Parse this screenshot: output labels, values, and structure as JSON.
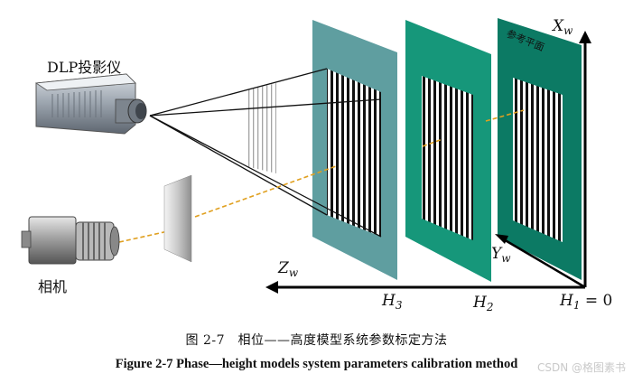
{
  "labels": {
    "projector": "DLP投影仪",
    "camera": "相机",
    "ref_plane": "参考平面",
    "zw": "Z",
    "xw": "X",
    "yw": "Y",
    "w_sub": "w",
    "h1": "H",
    "h1_sub": "1",
    "h1_eq": " = 0",
    "h2": "H",
    "h2_sub": "2",
    "h3": "H",
    "h3_sub": "3"
  },
  "caption": {
    "chinese": "图 2-7　相位——高度模型系统参数标定方法",
    "english": "Figure 2-7 Phase—height models system parameters calibration method"
  },
  "watermark": "CSDN @格图素书",
  "colors": {
    "plane3": "#5f9ea0",
    "plane2": "#16977a",
    "plane1": "#0c7a64",
    "ray": "#e0a020",
    "fringe_dark": "#111111",
    "fringe_light": "#ffffff"
  }
}
